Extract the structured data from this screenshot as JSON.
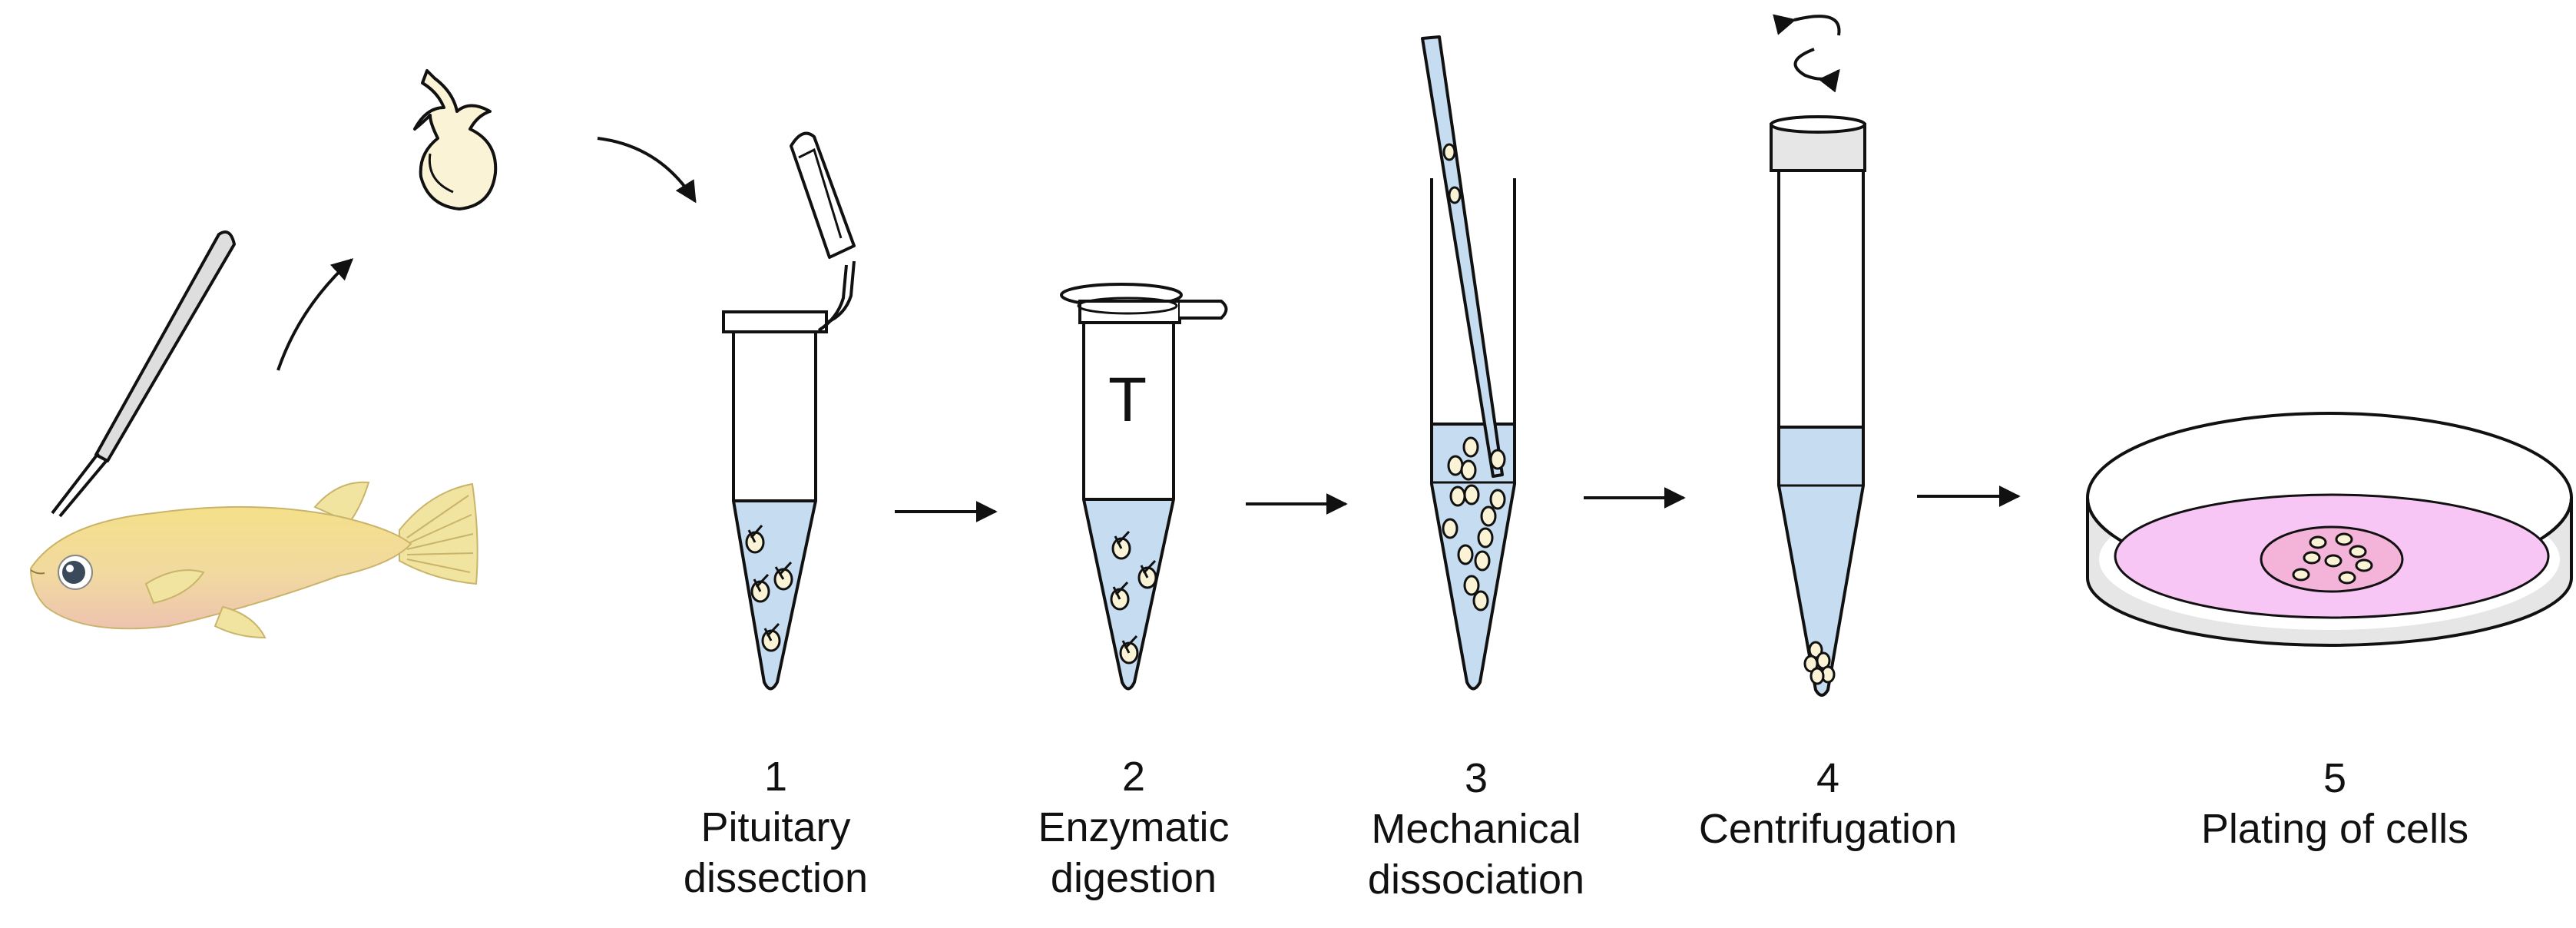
{
  "colors": {
    "outline": "#111111",
    "medium": "#c6dcf0",
    "cells": "#fbf3d6",
    "dish_medium": "#f7c6f4",
    "dish_center": "#f4b3d8",
    "dish_rim": "#e6e6e6",
    "fish_body": "#f2df8c",
    "fish_belly": "#f0c6a8",
    "fish_fin": "#f1e3a0",
    "tool_metal": "#dedede"
  },
  "icons": {
    "fish": "medaka-fish-icon",
    "forceps": "forceps-icon",
    "pituitary": "pituitary-gland-icon",
    "rotation": "rotation-arrows-icon"
  },
  "tube_letter": "T",
  "steps": [
    {
      "number": "1",
      "lines": [
        "Pituitary",
        "dissection"
      ]
    },
    {
      "number": "2",
      "lines": [
        "Enzymatic",
        "digestion"
      ]
    },
    {
      "number": "3",
      "lines": [
        "Mechanical",
        "dissociation"
      ]
    },
    {
      "number": "4",
      "lines": [
        "Centrifugation"
      ]
    },
    {
      "number": "5",
      "lines": [
        "Plating of cells"
      ]
    }
  ]
}
